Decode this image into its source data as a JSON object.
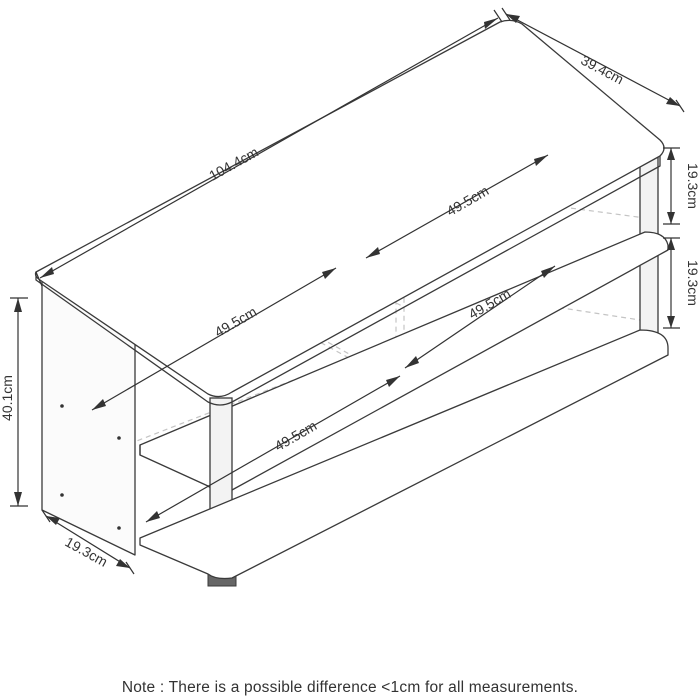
{
  "dimensions": {
    "width": "104.4cm",
    "depth": "39.4cm",
    "height": "40.1cm",
    "side_depth": "19.3cm",
    "top_clearance": "19.3cm",
    "middle_clearance": "19.3cm",
    "top_compartment_width": "49.5cm",
    "middle_compartment_width": "49.5cm",
    "middle_shelf_left": "49.5cm",
    "bottom_shelf_left": "49.5cm"
  },
  "note": "Note : There is a possible difference <1cm for all measurements."
}
